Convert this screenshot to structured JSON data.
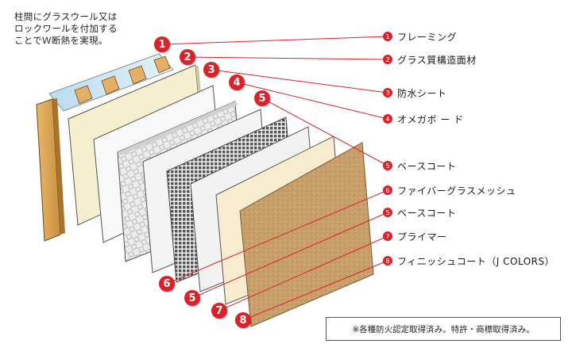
{
  "note": "柱間にグラスウール又は\nロックワールを付加する\nことでＷ断熱を実現。",
  "layers": [
    {
      "num": "1",
      "label": "フレーミング"
    },
    {
      "num": "2",
      "label": "グラス質構造面材"
    },
    {
      "num": "3",
      "label": "防水シート"
    },
    {
      "num": "4",
      "label": "オメガボ ー ド"
    },
    {
      "num": "5",
      "label": "ベースコート"
    },
    {
      "num": "6",
      "label": "ファイバーグラスメッシュ"
    },
    {
      "num": "5",
      "label": "ベースコート"
    },
    {
      "num": "7",
      "label": "プライマー"
    },
    {
      "num": "8",
      "label": "フィニッシュコート（J COLORS）"
    }
  ],
  "big_markers": [
    "1",
    "2",
    "3",
    "4",
    "5",
    "6",
    "5",
    "7",
    "8"
  ],
  "footnote": "※各種防火認定取得済み。特許・商標取得済み。",
  "colors": {
    "accent": "#d8232a",
    "stucco": "#c9a06b",
    "board": "#f6efcf",
    "wood": "#d9a85a"
  }
}
